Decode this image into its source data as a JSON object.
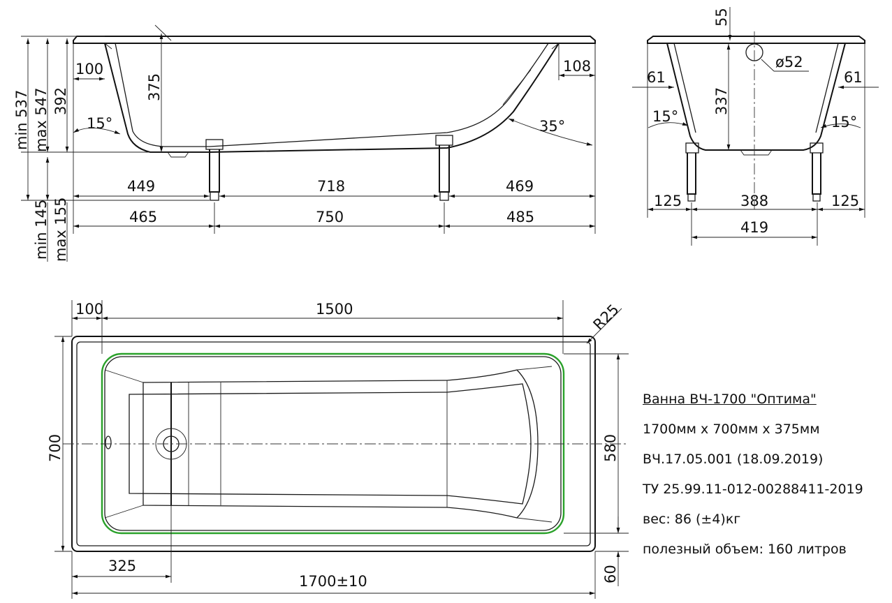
{
  "side_view": {
    "dim_100": "100",
    "dim_108": "108",
    "dim_375": "375",
    "dim_392": "392",
    "dim_max547": "max 547",
    "dim_min537": "min 537",
    "dim_min145": "min 145",
    "dim_max155": "max 155",
    "angle_15": "15°",
    "angle_35": "35°",
    "dim_449": "449",
    "dim_718": "718",
    "dim_469": "469",
    "dim_465": "465",
    "dim_750": "750",
    "dim_485": "485"
  },
  "end_view": {
    "dim_55": "55",
    "dim_phi52": "ø52",
    "dim_61_left": "61",
    "dim_61_right": "61",
    "dim_337": "337",
    "angle_15_left": "15°",
    "angle_15_right": "15°",
    "dim_125_left": "125",
    "dim_388": "388",
    "dim_125_right": "125",
    "dim_419": "419"
  },
  "plan_view": {
    "dim_100": "100",
    "dim_1500": "1500",
    "dim_r25": "R25",
    "dim_700": "700",
    "dim_580": "580",
    "dim_325": "325",
    "dim_1700": "1700±10",
    "dim_60": "60"
  },
  "spec": {
    "title": "Ванна ВЧ-1700 \"Оптима\"",
    "size": "1700мм x 700мм x 375мм",
    "code": "ВЧ.17.05.001 (18.09.2019)",
    "standard": "ТУ 25.99.11-012-00288411-2019",
    "weight": "вес: 86 (±4)кг",
    "volume": "полезный объем: 160 литров"
  },
  "colors": {
    "line": "#1a1a1a",
    "inner_rim": "#2aa12a",
    "background": "#ffffff"
  }
}
